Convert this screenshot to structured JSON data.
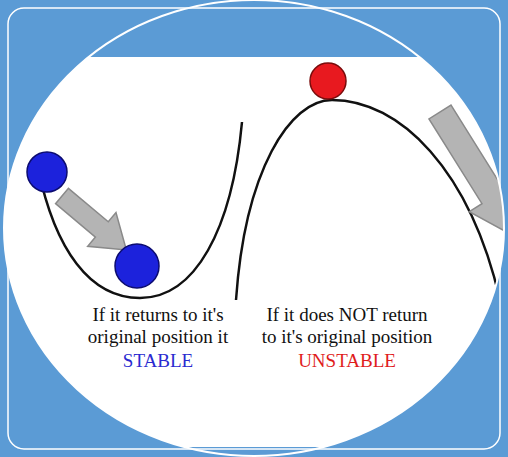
{
  "diagram": {
    "labels": [
      "If it returns to it's original position it",
      "STABLE",
      "If it does NOT return to it's original position",
      "UNSTABLE"
    ]
  }
}
